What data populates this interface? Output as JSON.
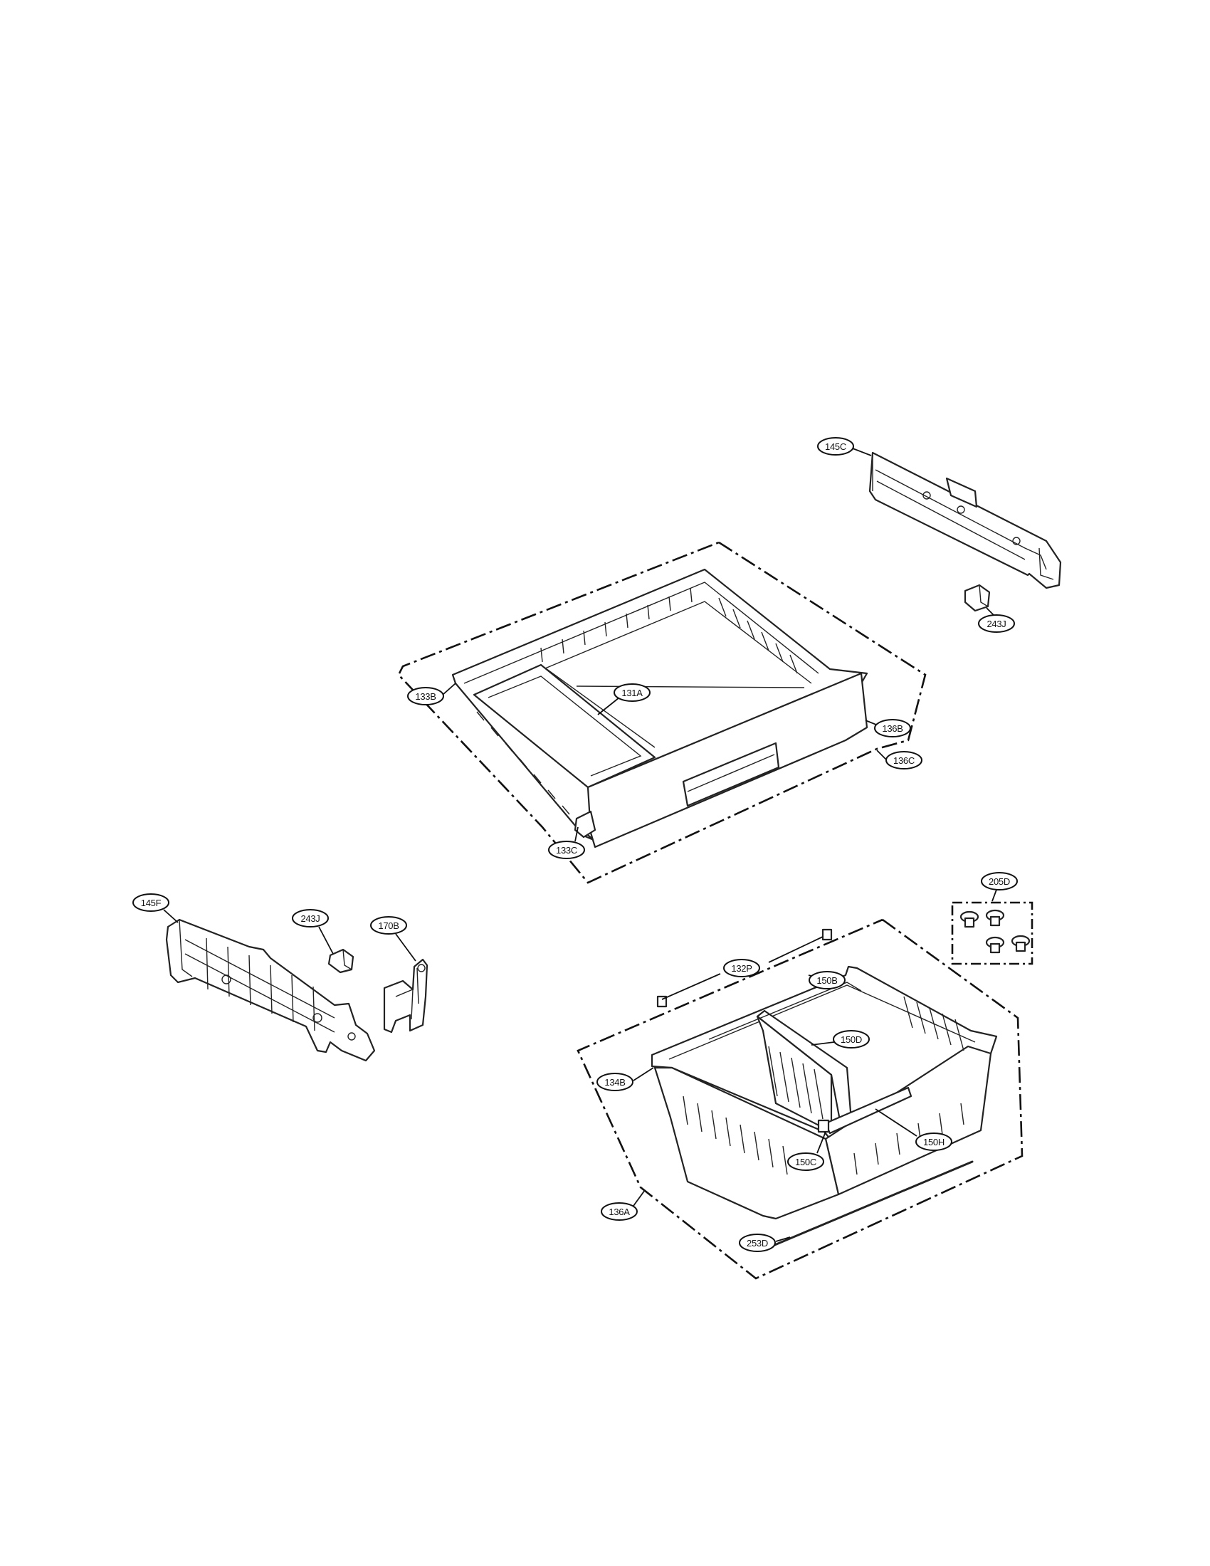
{
  "callouts": [
    {
      "id": "145C",
      "label": "145C"
    },
    {
      "id": "243J-top",
      "label": "243J"
    },
    {
      "id": "133B",
      "label": "133B"
    },
    {
      "id": "131A",
      "label": "131A"
    },
    {
      "id": "136B",
      "label": "136B"
    },
    {
      "id": "136C",
      "label": "136C"
    },
    {
      "id": "133C",
      "label": "133C"
    },
    {
      "id": "145F",
      "label": "145F"
    },
    {
      "id": "243J-left",
      "label": "243J"
    },
    {
      "id": "170B",
      "label": "170B"
    },
    {
      "id": "205D",
      "label": "205D"
    },
    {
      "id": "132P",
      "label": "132P"
    },
    {
      "id": "150B",
      "label": "150B"
    },
    {
      "id": "150D",
      "label": "150D"
    },
    {
      "id": "134B",
      "label": "134B"
    },
    {
      "id": "150H",
      "label": "150H"
    },
    {
      "id": "150C",
      "label": "150C"
    },
    {
      "id": "136A",
      "label": "136A"
    },
    {
      "id": "253D",
      "label": "253D"
    }
  ]
}
